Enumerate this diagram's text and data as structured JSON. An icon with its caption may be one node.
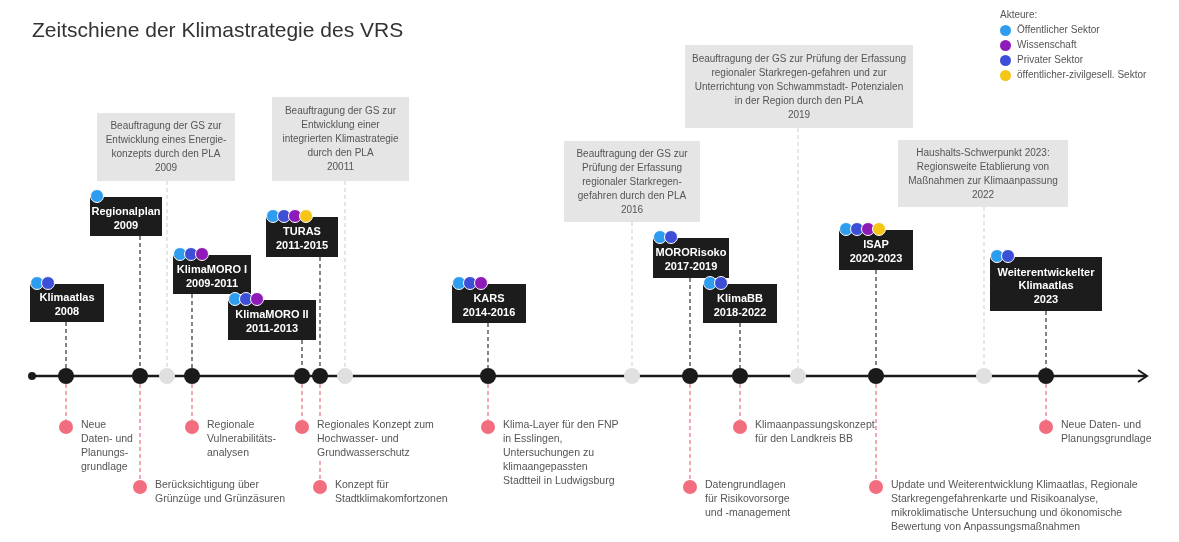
{
  "diagram": {
    "title": "Zeitschiene der Klimastrategie des VRS",
    "nodes": [
      {
        "text": [
          "Klimaatlas",
          "2008"
        ]
      },
      {
        "text": [
          "Regionalplan",
          "2009"
        ]
      },
      {
        "text": [
          "KlimaMORO I",
          "2009-2011"
        ]
      },
      {
        "text": [
          "KlimaMORO II",
          "2011-2013"
        ]
      },
      {
        "text": [
          "TURAS",
          "2011-2015"
        ]
      },
      {
        "text": [
          "KARS",
          "2014-2016"
        ]
      },
      {
        "text": [
          "MORORisoko",
          "2017-2019"
        ]
      },
      {
        "text": [
          "KlimaBB",
          "2018-2022"
        ]
      },
      {
        "text": [
          "ISAP",
          "2020-2023"
        ]
      },
      {
        "text": [
          "Weiterentwickelter Klimaatlas",
          "2023"
        ]
      },
      {
        "text": [
          "Beauftragung der GS zur Entwicklung eines Energie- konzepts durch den PLA",
          "2009"
        ]
      },
      {
        "text": [
          "Beauftragung der GS zur Entwicklung einer integrierten Klimastrategie durch den PLA",
          "20011"
        ]
      },
      {
        "text": [
          "Beauftragung der GS zur Prüfung der Erfassung regionaler Starkregen- gefahren durch den PLA",
          "2016"
        ]
      },
      {
        "text": [
          "Beauftragung der GS zur Prüfung der Erfassung regionaler Starkregen-gefahren und zur Unterrichtung von Schwammstadt- Potenzialen in der Region durch den PLA",
          "2019"
        ]
      },
      {
        "text": [
          "Haushalts-Schwerpunkt 2023: Regionsweite Etablierung von Maßnahmen zur Klimaanpassung",
          "2022"
        ]
      },
      {
        "text": [],
        "shape": "circle"
      },
      {
        "text": [],
        "shape": "circle"
      },
      {
        "text": [],
        "shape": "circle"
      },
      {
        "text": [],
        "shape": "circle"
      },
      {
        "text": [],
        "shape": "circle"
      },
      {
        "text": [],
        "shape": "circle"
      },
      {
        "text": [],
        "shape": "circle"
      },
      {
        "text": [],
        "shape": "circle"
      },
      {
        "text": [],
        "shape": "circle"
      },
      {
        "text": [],
        "shape": "circle"
      },
      {
        "text": [],
        "shape": "circle"
      },
      {
        "text": [],
        "shape": "circle"
      },
      {
        "text": [],
        "shape": "circle"
      },
      {
        "text": [],
        "shape": "circle"
      },
      {
        "text": [],
        "shape": "circle"
      },
      {
        "text": [
          "Neue Daten- und Planungs- grundlage"
        ]
      },
      {
        "text": [
          "Berücksichtigung über Grünzüge und Grünzäsuren"
        ]
      },
      {
        "text": [
          "Regionale Vulnerabilitäts- analysen"
        ]
      },
      {
        "text": [
          "Regionales Konzept zum Hochwasser- und Grundwasserschutz"
        ]
      },
      {
        "text": [
          "Konzept für Stadtklimakomfortzonen"
        ]
      },
      {
        "text": [
          "Klima-Layer für den FNP in Esslingen, Untersuchungen zu klimaangepassten Stadtteil in Ludwigsburg"
        ]
      },
      {
        "text": [
          "Datengrundlagen für Risikovorsorge und -management"
        ]
      },
      {
        "text": [
          "Klimaanpassungskonzept für den Landkreis BB"
        ]
      },
      {
        "text": [
          "Update und Weiterentwicklung Klimaatlas, Regionale Starkregengefahrenkarte und Risikoanalyse, mikroklimatische Untersuchung und ökonomische Bewertung von Anpassungsmaßnahmen"
        ]
      },
      {
        "text": [
          "Neue Daten- und Planungsgrundlage"
        ]
      }
    ],
    "edges": [
      {
        "from": 0,
        "to": 15,
        "arrow": "none",
        "style": "dashed"
      },
      {
        "from": 1,
        "to": 16,
        "arrow": "none",
        "style": "dashed"
      },
      {
        "from": 2,
        "to": 18,
        "arrow": "none",
        "style": "dashed"
      },
      {
        "from": 3,
        "to": 19,
        "arrow": "none",
        "style": "dashed"
      },
      {
        "from": 4,
        "to": 20,
        "arrow": "none",
        "style": "dashed"
      },
      {
        "from": 5,
        "to": 22,
        "arrow": "none",
        "style": "dashed"
      },
      {
        "from": 6,
        "to": 24,
        "arrow": "none",
        "style": "dashed"
      },
      {
        "from": 7,
        "to": 25,
        "arrow": "none",
        "style": "dashed"
      },
      {
        "from": 8,
        "to": 27,
        "arrow": "none",
        "style": "dashed"
      },
      {
        "from": 9,
        "to": 29,
        "arrow": "none",
        "style": "dashed"
      },
      {
        "from": 10,
        "to": 17,
        "arrow": "none",
        "style": "dashed",
        "color": "#d6d6d6"
      },
      {
        "from": 11,
        "to": 21,
        "arrow": "none",
        "style": "dashed",
        "color": "#d6d6d6"
      },
      {
        "from": 12,
        "to": 23,
        "arrow": "none",
        "style": "dashed",
        "color": "#d6d6d6"
      },
      {
        "from": 13,
        "to": 26,
        "arrow": "none",
        "style": "dashed",
        "color": "#d6d6d6"
      },
      {
        "from": 14,
        "to": 28,
        "arrow": "none",
        "style": "dashed",
        "color": "#d6d6d6"
      },
      {
        "from": 15,
        "to": 30,
        "arrow": "none",
        "style": "dashed",
        "color": "#f26d7d"
      },
      {
        "from": 16,
        "to": 31,
        "arrow": "none",
        "style": "dashed",
        "color": "#f26d7d"
      },
      {
        "from": 18,
        "to": 32,
        "arrow": "none",
        "style": "dashed",
        "color": "#f26d7d"
      },
      {
        "from": 19,
        "to": 33,
        "arrow": "none",
        "style": "dashed",
        "color": "#f26d7d"
      },
      {
        "from": 20,
        "to": 34,
        "arrow": "none",
        "style": "dashed",
        "color": "#f26d7d"
      },
      {
        "from": 22,
        "to": 35,
        "arrow": "none",
        "style": "dashed",
        "color": "#f26d7d"
      },
      {
        "from": 24,
        "to": 36,
        "arrow": "none",
        "style": "dashed",
        "color": "#f26d7d"
      },
      {
        "from": 25,
        "to": 37,
        "arrow": "none",
        "style": "dashed",
        "color": "#f26d7d"
      },
      {
        "from": 27,
        "to": 38,
        "arrow": "none",
        "style": "dashed",
        "color": "#f26d7d"
      },
      {
        "from": 29,
        "to": 39,
        "arrow": "none",
        "style": "dashed",
        "color": "#f26d7d"
      }
    ],
    "labels": [
      "Akteure:"
    ],
    "legend": [
      {
        "text": "Öffentlicher Sektor",
        "color": "#2e9df0"
      },
      {
        "text": "Wissenschaft",
        "color": "#8e1bb8"
      },
      {
        "text": "Privater Sektor",
        "color": "#3d4fd6"
      },
      {
        "text": "öffentlicher-zivilgesell. Sektor",
        "color": "#f5c518"
      }
    ]
  }
}
